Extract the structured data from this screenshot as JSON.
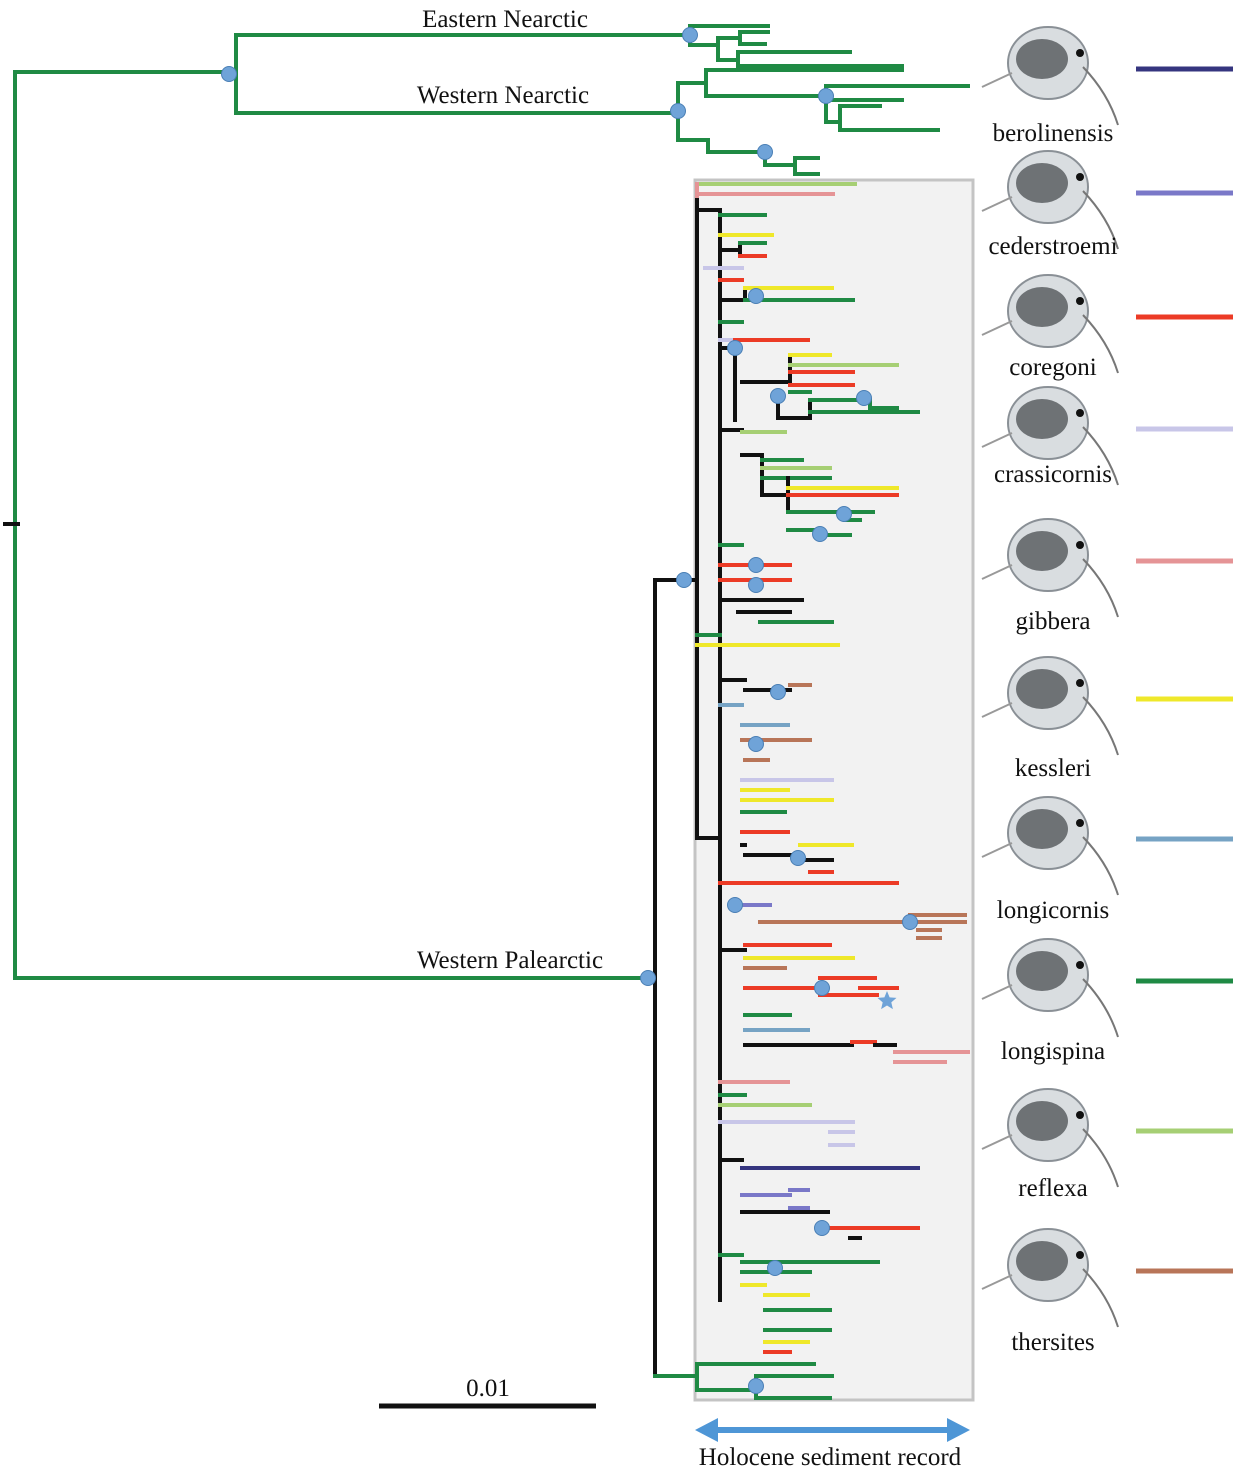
{
  "regions": {
    "eastern_nearctic": "Eastern Nearctic",
    "western_nearctic": "Western Nearctic",
    "western_palearctic": "Western Palearctic"
  },
  "scale_bar": {
    "label": "0.01"
  },
  "sediment_record": {
    "label": "Holocene sediment record"
  },
  "species": [
    {
      "name": "berolinensis",
      "color": "#35357f",
      "icon": "daphnia-photo"
    },
    {
      "name": "cederstroemi",
      "color": "#7a78c8",
      "icon": "daphnia-photo"
    },
    {
      "name": "coregoni",
      "color": "#ec3b26",
      "icon": "daphnia-photo"
    },
    {
      "name": "crassicornis",
      "color": "#c8c6e8",
      "icon": "daphnia-photo"
    },
    {
      "name": "gibbera",
      "color": "#e59496",
      "icon": "daphnia-photo"
    },
    {
      "name": "kessleri",
      "color": "#efe82a",
      "icon": "daphnia-photo"
    },
    {
      "name": "longicornis",
      "color": "#76a3c4",
      "icon": "daphnia-photo"
    },
    {
      "name": "longispina",
      "color": "#1f8a44",
      "icon": "daphnia-photo"
    },
    {
      "name": "reflexa",
      "color": "#a6cf74",
      "icon": "daphnia-photo"
    },
    {
      "name": "thersites",
      "color": "#b87558",
      "icon": "daphnia-photo"
    }
  ],
  "colors": {
    "backbone": "#111111",
    "node_marker": "#6fa3d8",
    "sediment_box": "#f2f2f2",
    "sediment_arrow": "#4e96d6"
  }
}
